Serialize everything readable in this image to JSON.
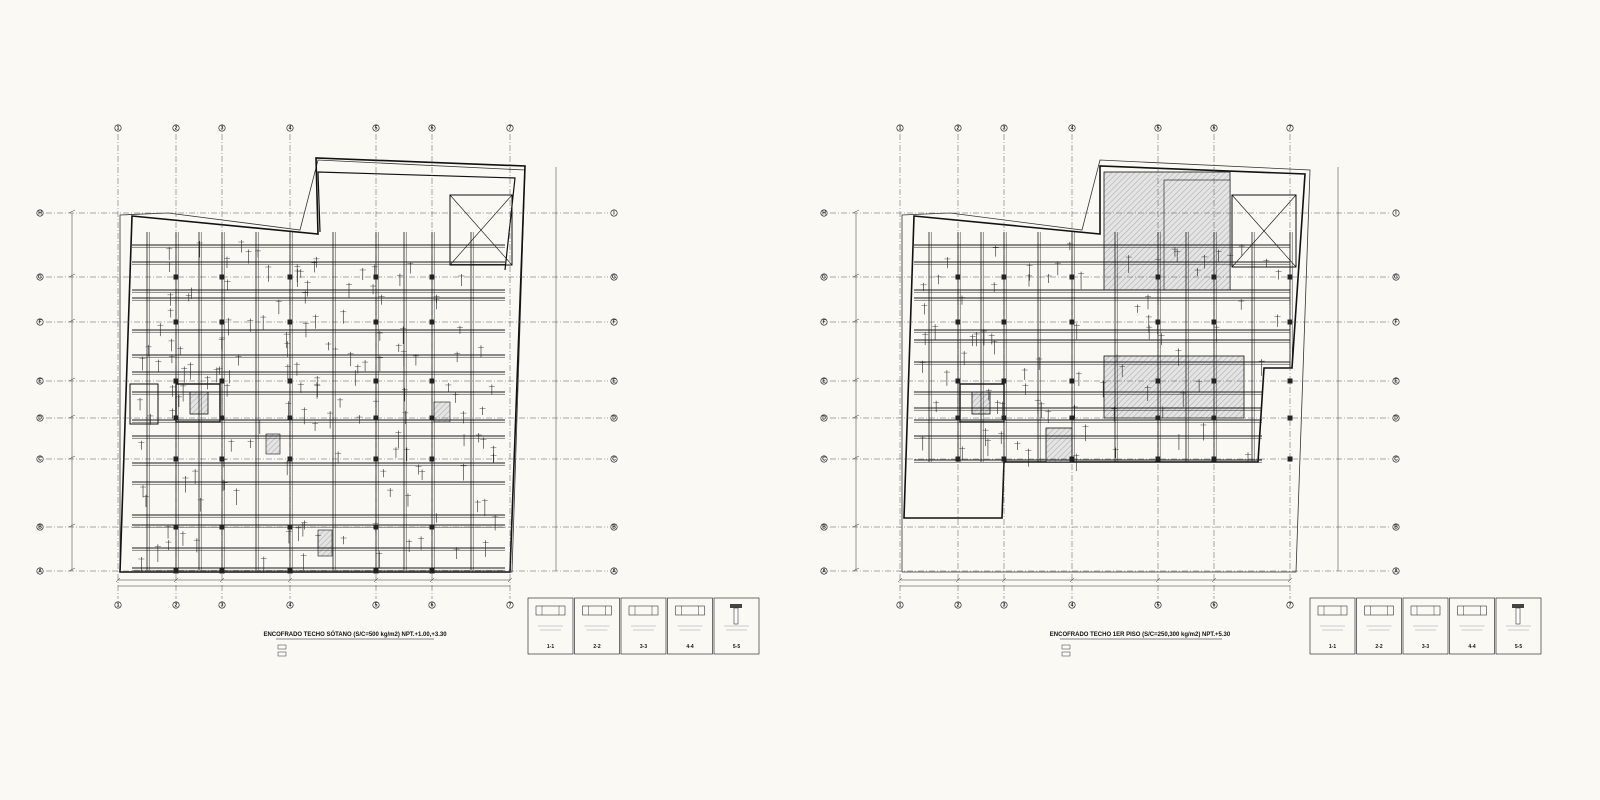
{
  "plans": [
    {
      "id": "basement",
      "title": "ENCOFRADO TECHO SÓTANO (S/C=500 kg/m2) NPT.+1.00,+3.30",
      "top_axes": [
        "1",
        "2",
        "3",
        "4",
        "5",
        "6",
        "7"
      ],
      "bottom_axes": [
        "1",
        "2",
        "3",
        "4",
        "5",
        "6",
        "7"
      ],
      "left_axes": [
        "H",
        "G",
        "F",
        "E",
        "D",
        "C",
        "B",
        "A"
      ],
      "right_axes": [
        "I",
        "G",
        "F",
        "E",
        "D",
        "C",
        "B",
        "A"
      ],
      "sections": [
        "1-1",
        "2-2",
        "3-3",
        "4-4",
        "5-5"
      ]
    },
    {
      "id": "first-floor",
      "title": "ENCOFRADO TECHO 1ER PISO (S/C=250,300 kg/m2) NPT.+5.30",
      "top_axes": [
        "1",
        "2",
        "3",
        "4",
        "5",
        "6",
        "7"
      ],
      "bottom_axes": [
        "1",
        "2",
        "3",
        "4",
        "5",
        "6",
        "7"
      ],
      "left_axes": [
        "H",
        "G",
        "F",
        "E",
        "D",
        "C",
        "B",
        "A"
      ],
      "right_axes": [
        "I",
        "G",
        "F",
        "E",
        "D",
        "C",
        "B",
        "A"
      ],
      "sections": [
        "1-1",
        "2-2",
        "3-3",
        "4-4",
        "5-5"
      ]
    }
  ],
  "colors": {
    "background": "#faf9f4",
    "line": "#2a2a2a",
    "hatch": "#bdbdbd"
  }
}
